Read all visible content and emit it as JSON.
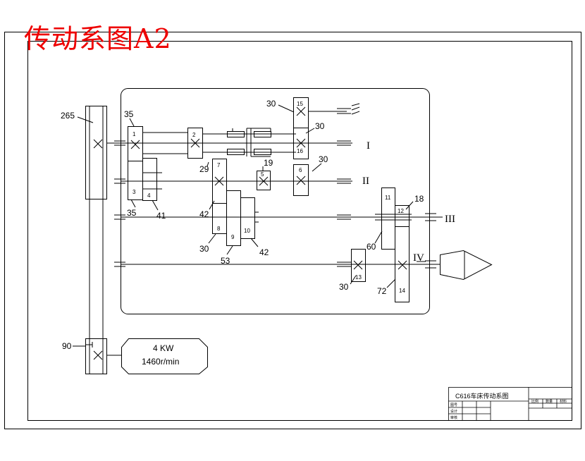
{
  "title": "传动系图A2",
  "labels": {
    "pulley_top": "265",
    "pulley_bottom": "90",
    "g35_top": "35",
    "g35_bottom": "35",
    "g41": "41",
    "g29": "29",
    "g42_left": "42",
    "g30_left": "30",
    "g53": "53",
    "g42_right": "42",
    "g19": "19",
    "g30_shaftII": "30",
    "g30_top": "30",
    "g30_rev": "30",
    "g18": "18",
    "g60": "60",
    "g30_bottom": "30",
    "g72": "72"
  },
  "gear_numbers": [
    "1",
    "2",
    "3",
    "4",
    "5",
    "6",
    "7",
    "8",
    "9",
    "10",
    "11",
    "12",
    "13",
    "14",
    "15",
    "16"
  ],
  "shafts": {
    "I": "I",
    "II": "II",
    "III": "III",
    "IV": "IV"
  },
  "motor": {
    "power": "4 KW",
    "speed": "1460r/min"
  },
  "title_block": {
    "name": "C616车床传动系图",
    "row1": "图号",
    "row2": "设计",
    "row3": "审核",
    "c1": "比例",
    "c2": "数量",
    "c3": "材料"
  }
}
